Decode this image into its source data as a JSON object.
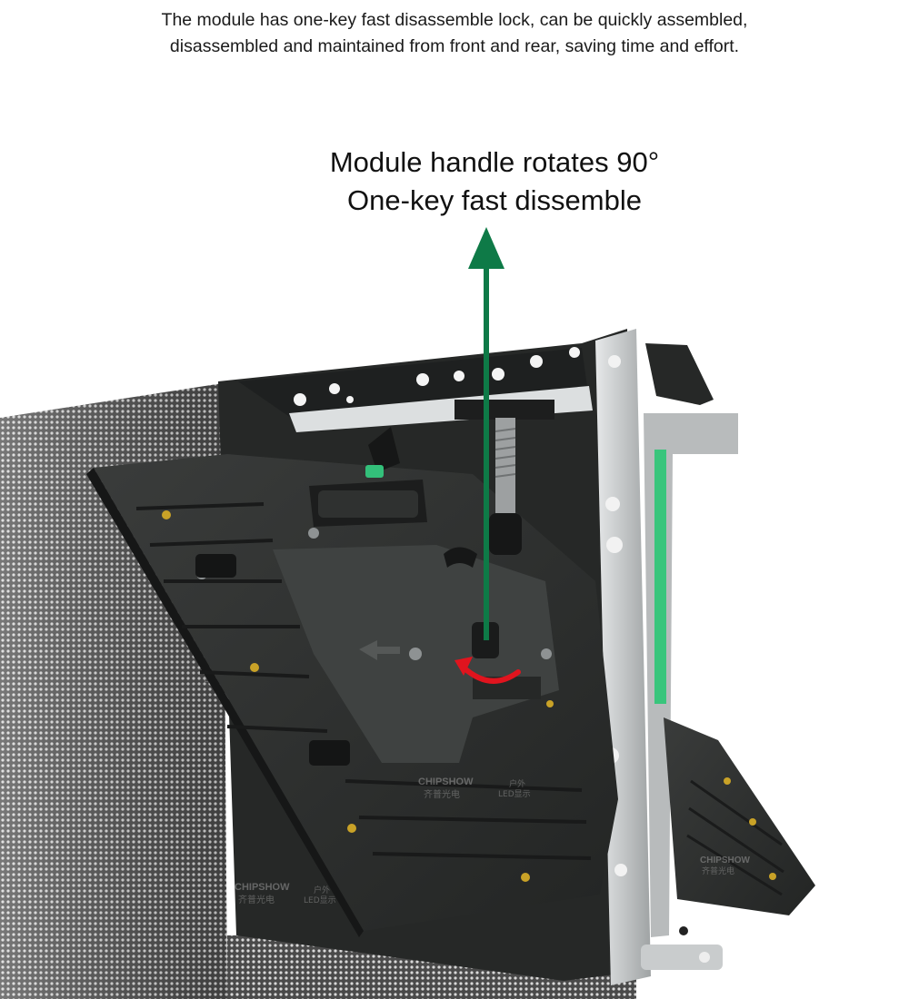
{
  "caption": {
    "line1": "The module has one-key fast disassemble lock, can be quickly assembled,",
    "line2": "disassembled and maintained from front and rear, saving time and effort."
  },
  "headline": {
    "line1": "Module handle rotates 90°",
    "line2": "One-key fast dissemble"
  },
  "watermarks": {
    "brand": "CHIPSHOW",
    "brand_cn": "齐普光电",
    "led_cn_1": "户外",
    "led_cn_2": "LED显示"
  },
  "colors": {
    "arrow_green": "#0e7a47",
    "rotate_arrow_red": "#e0141e",
    "module_body": "#2b2d2c",
    "cabinet_frame": "#c9cccd",
    "green_accent": "#33c07a",
    "led_panel": "#3a3a3a"
  },
  "icons": {
    "pointer_arrow": "arrow-up-icon",
    "rotation_arrow": "curved-arrow-icon"
  }
}
